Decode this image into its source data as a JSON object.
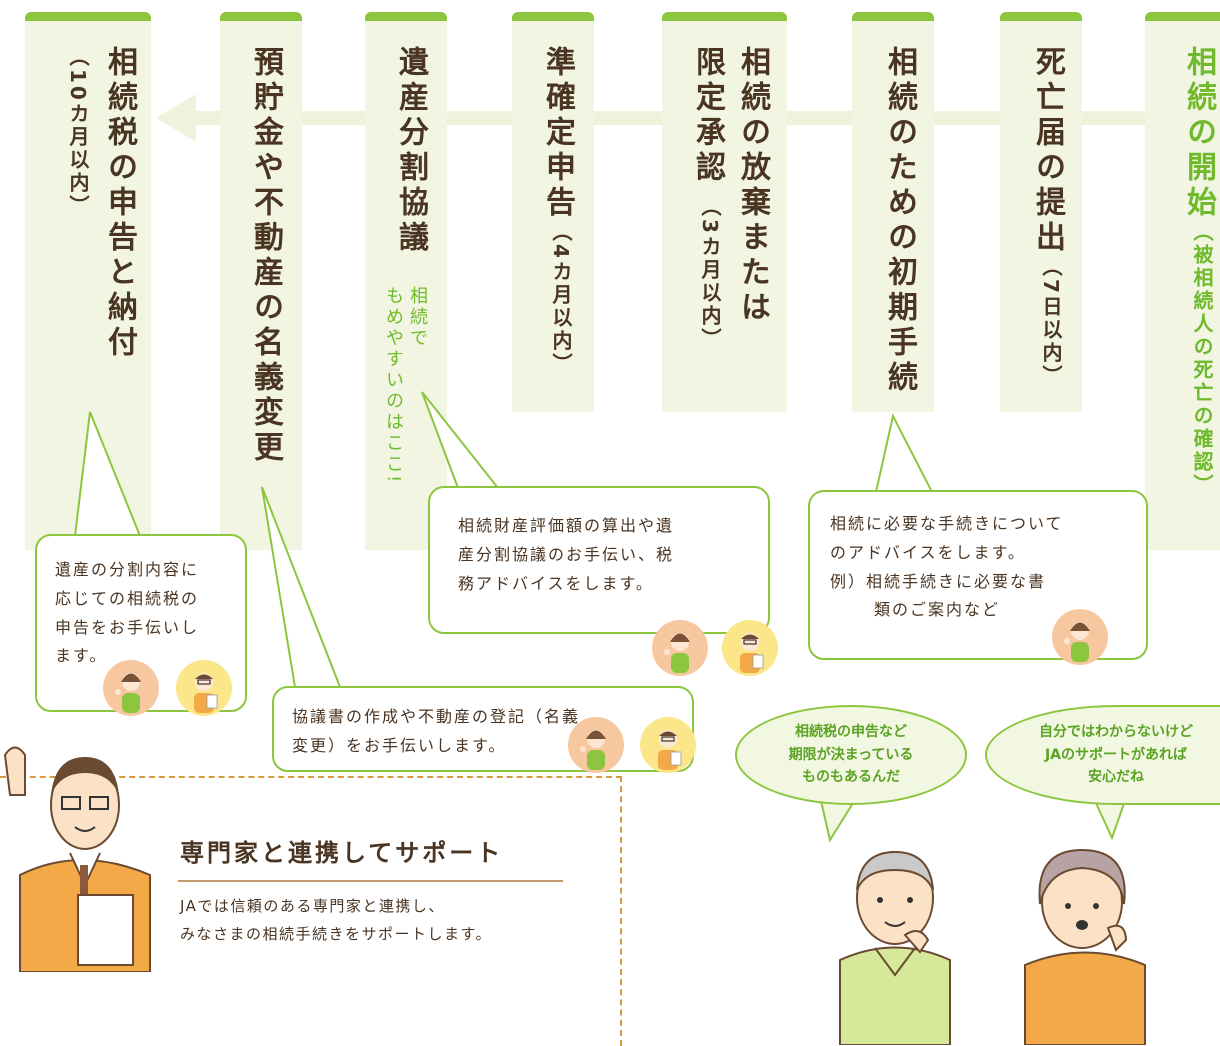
{
  "steps": [
    {
      "title": "相続の開始",
      "note": "（被相続人の死亡の確認）"
    },
    {
      "title": "死亡届の提出",
      "note": "（7日以内）"
    },
    {
      "title": "相続のための初期手続",
      "note": ""
    },
    {
      "title_line1": "相続の放棄または",
      "title_line2": "限定承認",
      "note": "（3カ月以内）"
    },
    {
      "title": "準確定申告",
      "note": "（4カ月以内）"
    },
    {
      "title": "遺産分割協議",
      "side_note": "相続で",
      "side_note2": "もめやすいのはここ!"
    },
    {
      "title": "預貯金や不動産の名義変更",
      "note": ""
    },
    {
      "title": "相続税の申告と納付",
      "note": "（10カ月以内）"
    }
  ],
  "bubbles": {
    "initial": {
      "line1": "相続に必要な手続きについて",
      "line2": "のアドバイスをします。",
      "line3": "例）相続手続きに必要な書",
      "line4": "類のご案内など"
    },
    "division": {
      "line1": "相続財産評価額の算出や遺",
      "line2": "産分割協議のお手伝い、税",
      "line3": "務アドバイスをします。"
    },
    "tax": {
      "line1": "遺産の分割内容に",
      "line2": "応じての相続税の",
      "line3": "申告をお手伝いし",
      "line4": "ます。"
    },
    "title_change": {
      "line1": "協議書の作成や不動産の登記（名義",
      "line2": "変更）をお手伝いします。"
    }
  },
  "speech": {
    "man": {
      "line1": "相続税の申告など",
      "line2": "期限が決まっている",
      "line3": "ものもあるんだ"
    },
    "woman": {
      "line1": "自分ではわからないけど",
      "line2": "JAのサポートがあれば",
      "line3": "安心だね"
    }
  },
  "promo": {
    "title": "専門家と連携してサポート",
    "line1": "JAでは信頼のある専門家と連携し、",
    "line2": "みなさまの相続手続きをサポートします。"
  },
  "colors": {
    "accent_green": "#8cc63f",
    "column_bg": "#f1f5e1",
    "text_brown": "#4a3422",
    "orange": "#f3a948"
  },
  "icons": [
    "staff-woman-icon",
    "staff-man-icon",
    "expert-man-illustration",
    "elderly-man-illustration",
    "elderly-woman-illustration"
  ]
}
